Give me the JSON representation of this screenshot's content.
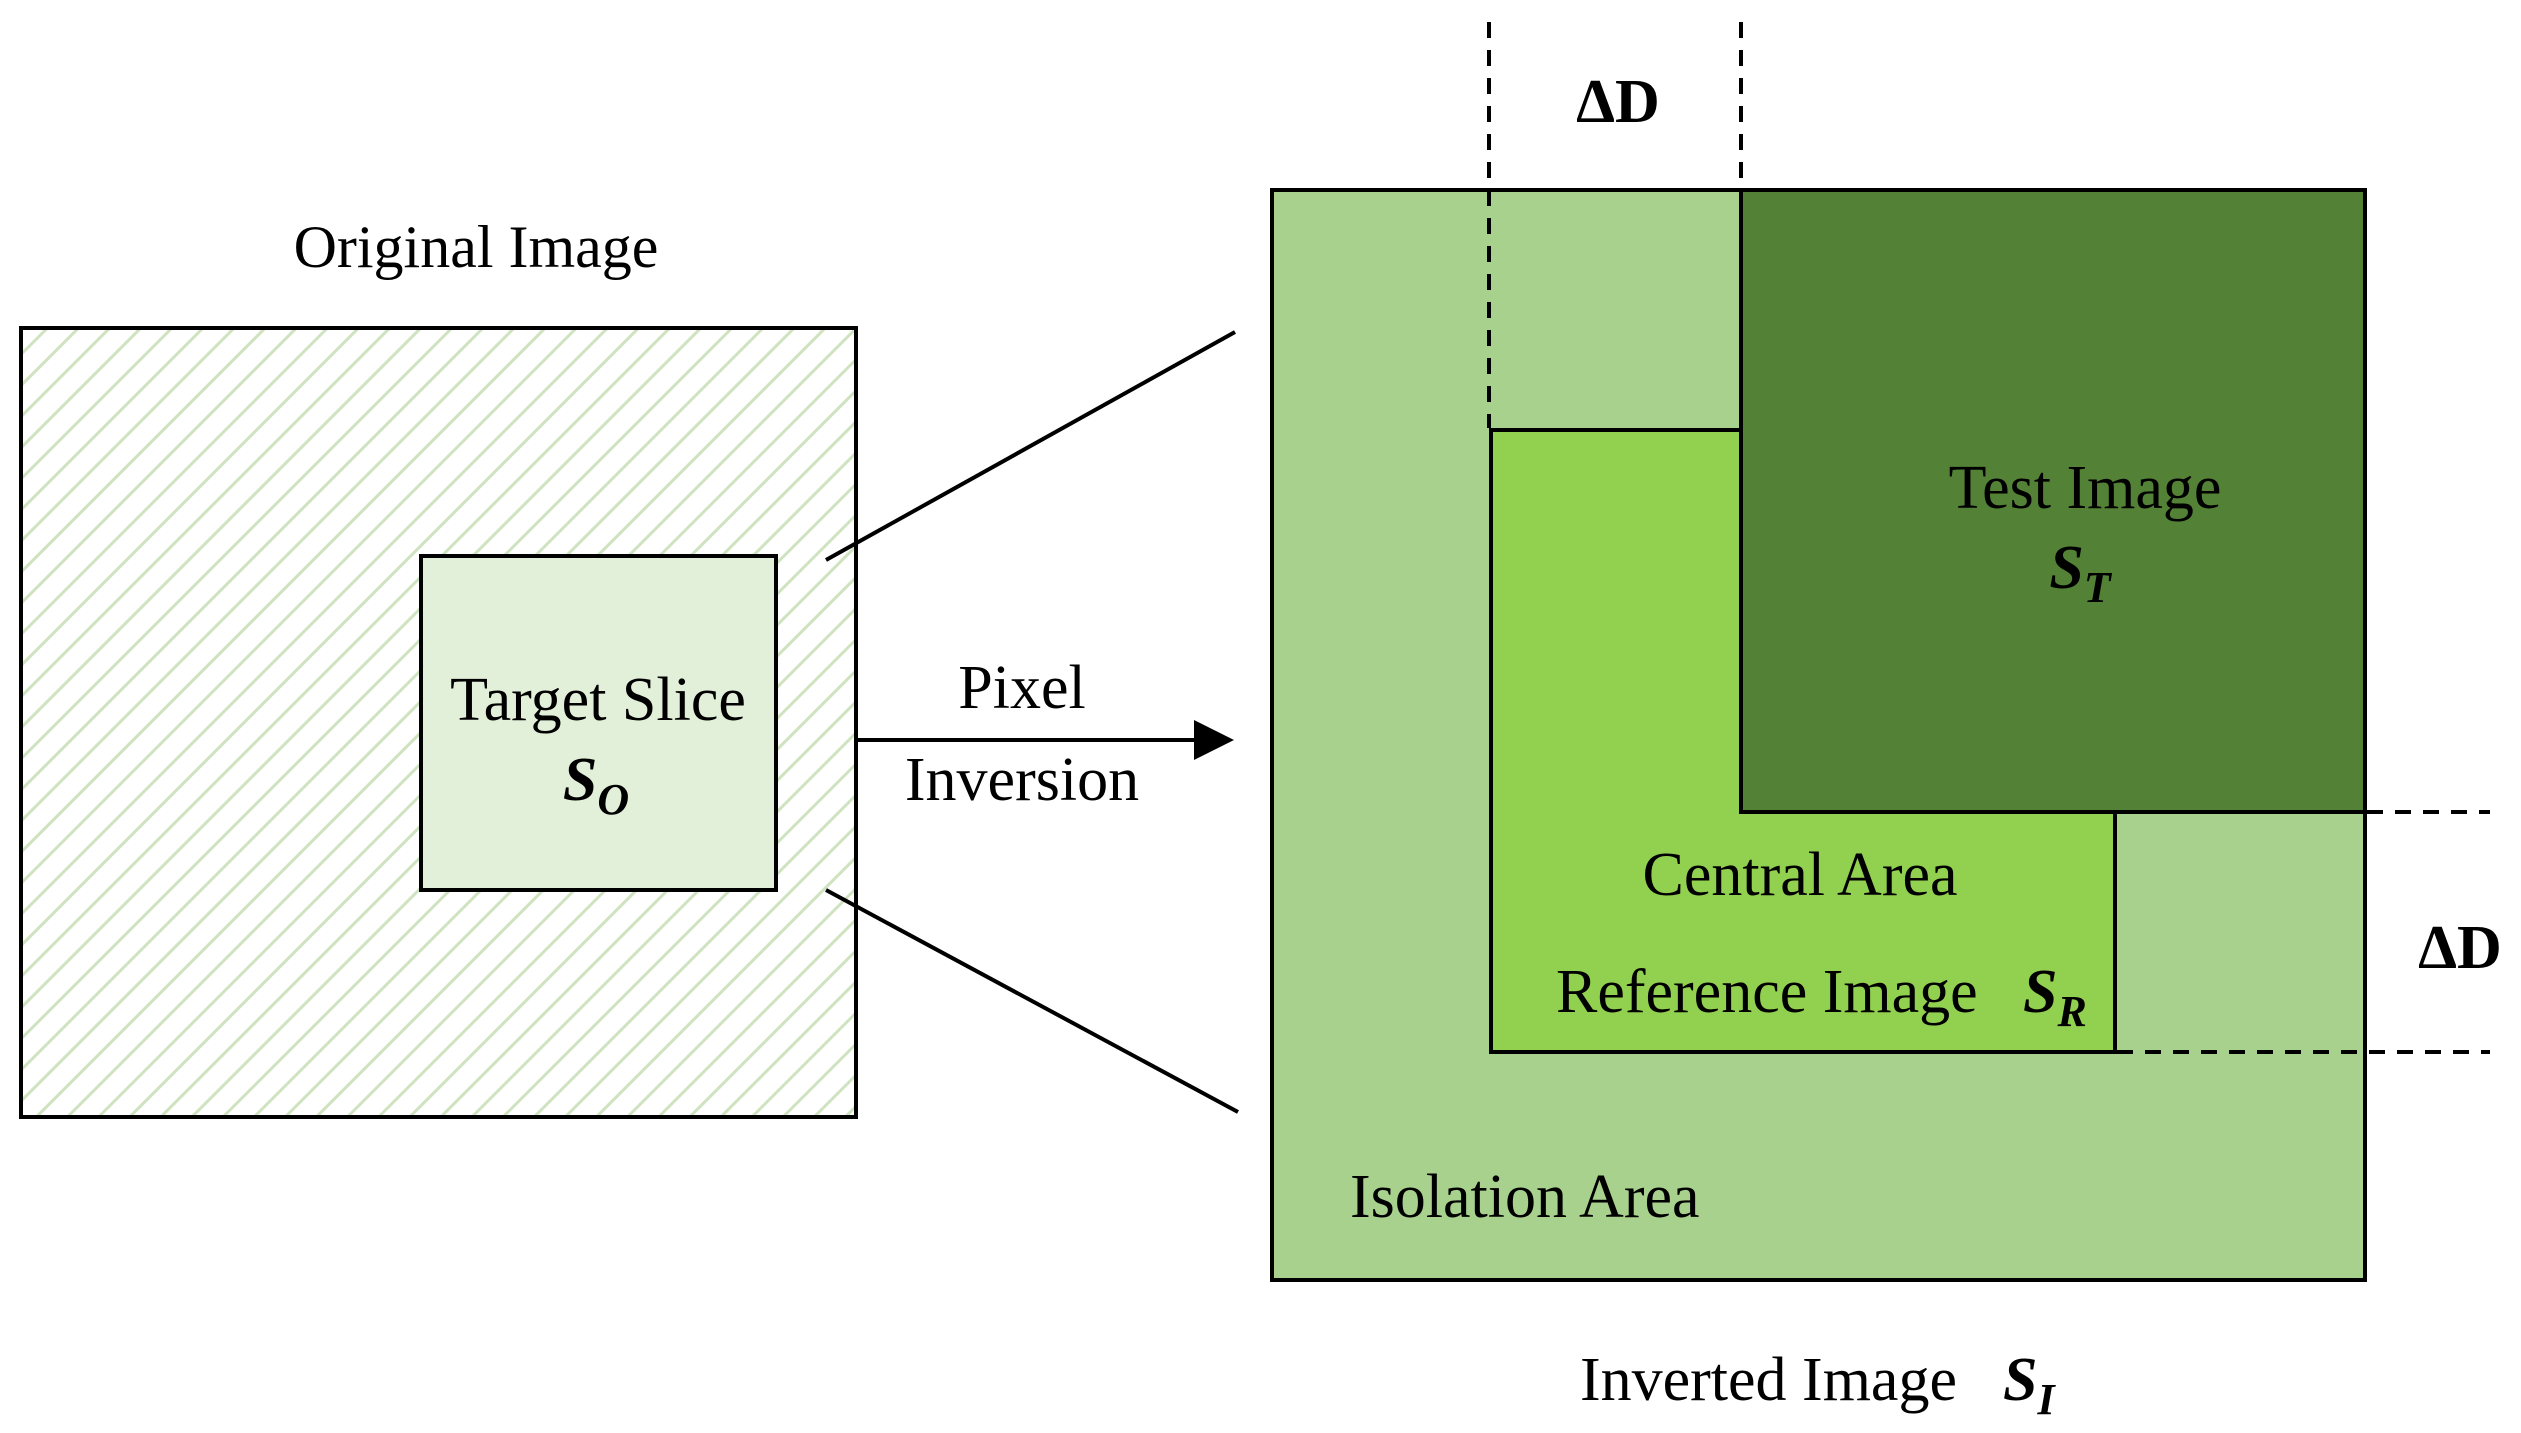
{
  "original": {
    "title": "Original Image",
    "target_label": "Target Slice",
    "target_symbol": "S",
    "target_subscript": "O"
  },
  "arrow": {
    "line1": "Pixel",
    "line2": "Inversion"
  },
  "inverted": {
    "test_label": "Test Image",
    "test_symbol": "S",
    "test_subscript": "T",
    "central_label": "Central Area",
    "reference_label": "Reference Image",
    "reference_symbol": "S",
    "reference_subscript": "R",
    "isolation_label": "Isolation Area",
    "caption": "Inverted Image",
    "caption_symbol": "S",
    "caption_subscript": "I"
  },
  "offsets": {
    "top_delta": "ΔD",
    "right_delta": "ΔD"
  },
  "colors": {
    "original_stripe": "#cfe3c0",
    "target_fill": "#e2efd9",
    "isolation_fill": "#a9d18e",
    "reference_fill": "#92d050",
    "test_fill": "#538135"
  }
}
